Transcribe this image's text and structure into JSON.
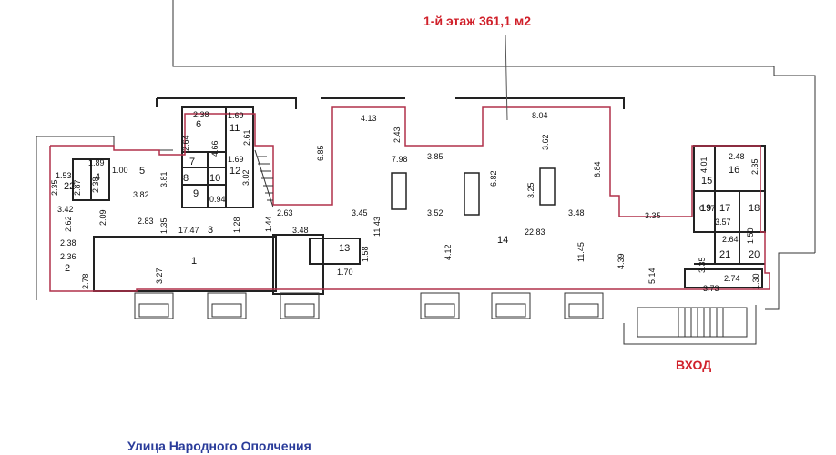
{
  "title": "1-й этаж 361,1 м2",
  "entrance_label": "ВХОД",
  "street_label": "Улица Народного Ополчения",
  "colors": {
    "title": "#d0202a",
    "street": "#2a3c9a",
    "outline": "#b0304a",
    "walls": "#333333",
    "background": "#ffffff"
  },
  "rooms": [
    {
      "id": "room-1",
      "label": "1"
    },
    {
      "id": "room-2",
      "label": "2"
    },
    {
      "id": "room-3",
      "label": "3"
    },
    {
      "id": "room-4",
      "label": "4"
    },
    {
      "id": "room-5",
      "label": "5"
    },
    {
      "id": "room-6",
      "label": "6"
    },
    {
      "id": "room-7",
      "label": "7"
    },
    {
      "id": "room-8",
      "label": "8"
    },
    {
      "id": "room-9",
      "label": "9"
    },
    {
      "id": "room-10",
      "label": "10"
    },
    {
      "id": "room-11",
      "label": "11"
    },
    {
      "id": "room-12",
      "label": "12"
    },
    {
      "id": "room-13",
      "label": "13"
    },
    {
      "id": "room-14",
      "label": "14"
    },
    {
      "id": "room-15",
      "label": "15"
    },
    {
      "id": "room-16",
      "label": "16"
    },
    {
      "id": "room-17",
      "label": "17"
    },
    {
      "id": "room-18",
      "label": "18"
    },
    {
      "id": "room-19",
      "label": "19"
    },
    {
      "id": "room-20",
      "label": "20"
    },
    {
      "id": "room-21",
      "label": "21"
    },
    {
      "id": "room-22",
      "label": "22"
    }
  ],
  "dimensions": [
    "2.38",
    "1.69",
    "2.64",
    "2.61",
    "4.66",
    "1.69",
    "3.02",
    "0.94",
    "1.89",
    "1.00",
    "1.53",
    "2.35",
    "2.38",
    "2.87",
    "3.82",
    "3.81",
    "3.42",
    "2.62",
    "2.09",
    "2.83",
    "1.35",
    "17.47",
    "1.28",
    "1.44",
    "2.63",
    "3.48",
    "2.38",
    "2.36",
    "2.78",
    "3.27",
    "1.58",
    "1.70",
    "6.85",
    "4.13",
    "2.43",
    "3.85",
    "7.98",
    "3.45",
    "11.43",
    "3.52",
    "6.82",
    "8.04",
    "3.62",
    "3.25",
    "6.84",
    "3.48",
    "4.12",
    "22.83",
    "11.45",
    "4.39",
    "5.14",
    "3.35",
    "4.01",
    "2.48",
    "2.35",
    "0.97",
    "3.57",
    "2.64",
    "1.50",
    "3.35",
    "2.74",
    "3.73",
    "1.30"
  ]
}
